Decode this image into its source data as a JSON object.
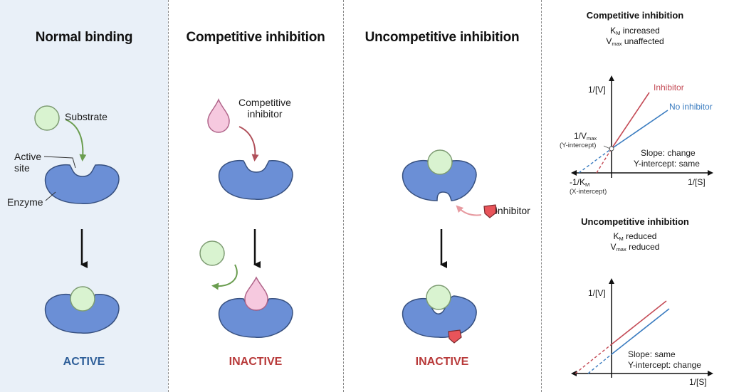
{
  "panels": {
    "normal": {
      "title": "Normal binding",
      "substrate_label": "Substrate",
      "active_site_label": "Active\nsite",
      "enzyme_label": "Enzyme",
      "status": "ACTIVE",
      "status_color": "#2f5f99"
    },
    "competitive": {
      "title": "Competitive inhibition",
      "inhibitor_label": "Competitive\ninhibitor",
      "status": "INACTIVE",
      "status_color": "#b83a3a"
    },
    "uncompetitive": {
      "title": "Uncompetitive inhibition",
      "inhibitor_label": "Inhibitor",
      "status": "INACTIVE",
      "status_color": "#b83a3a"
    }
  },
  "graphs": {
    "competitive": {
      "title": "Competitive inhibition",
      "km_prefix": "K",
      "km_sub": "M",
      "km_text": " increased",
      "vmax_prefix": "V",
      "vmax_sub": "max",
      "vmax_text": " unaffected",
      "y_axis": "1/[V]",
      "x_axis": "1/[S]",
      "inhibitor_line": "Inhibitor",
      "no_inhibitor_line": "No inhibitor",
      "y_int_prefix": "1/V",
      "y_int_sub": "max",
      "y_int_note": "(Y-intercept)",
      "x_int_prefix": "-1/K",
      "x_int_sub": "M",
      "x_int_note": "(X-intercept)",
      "slope_text": "Slope: change",
      "intercept_text": "Y-intercept: same"
    },
    "uncompetitive": {
      "title": "Uncompetitive inhibition",
      "km_prefix": "K",
      "km_sub": "M",
      "km_text": " reduced",
      "vmax_prefix": "V",
      "vmax_sub": "max",
      "vmax_text": " reduced",
      "y_axis": "1/[V]",
      "x_axis": "1/[S]",
      "slope_text": "Slope: same",
      "intercept_text": "Y-intercept: change"
    }
  },
  "colors": {
    "enzyme": "#6b8fd6",
    "enzyme_stroke": "#37507f",
    "substrate": "#d9f3d0",
    "substrate_stroke": "#7e9c73",
    "comp_inhibitor": "#f6c9df",
    "comp_inhibitor_stroke": "#b0658a",
    "uncomp_inhibitor": "#e8545a",
    "arrow_green": "#6a9d4f",
    "arrow_red": "#b0505a",
    "arrow_pink": "#e79aa0",
    "line_red": "#c44b56",
    "line_blue": "#3a7cc0",
    "panel_bg": "#e9f0f8"
  }
}
